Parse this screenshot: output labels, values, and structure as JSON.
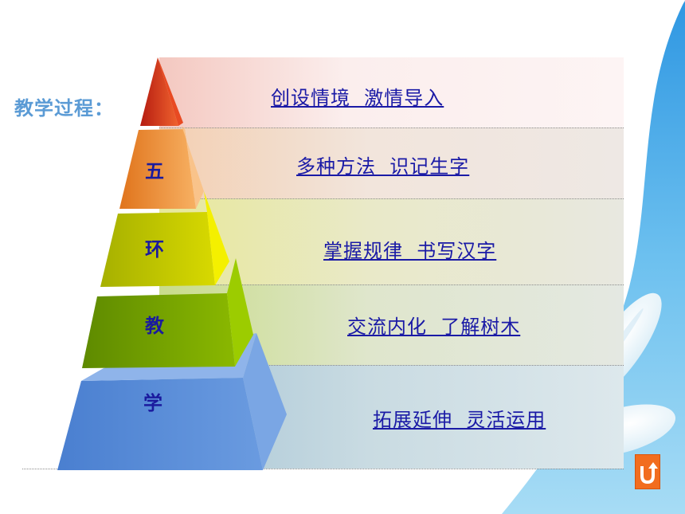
{
  "title": "教学过程：",
  "steps": [
    {
      "label": "创设情境  激情导入"
    },
    {
      "label": "多种方法  识记生字"
    },
    {
      "label": "掌握规律  书写汉字"
    },
    {
      "label": "交流内化  了解树木"
    },
    {
      "label": "拓展延伸  灵活运用"
    }
  ],
  "pyramid_chars": [
    "五",
    "环",
    "教",
    "学"
  ],
  "colors": {
    "title": "#5b9bd5",
    "link": "#1a1aa6",
    "tier_top": "#d7341a",
    "tier_orange": "#f08a30",
    "tier_yellow": "#c8d400",
    "tier_green": "#7aa500",
    "tier_blue": "#5b8fd8",
    "return_button": "#f26d1f"
  },
  "return_button": {
    "icon": "u-turn-arrow-icon"
  }
}
